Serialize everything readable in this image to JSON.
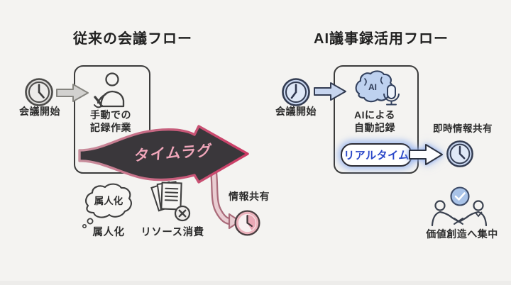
{
  "colors": {
    "background": "#f4f3f1",
    "text_dark": "#2d2d2d",
    "timelag_fill": "#3a373b",
    "timelag_stroke": "#cb3f66",
    "timelag_text": "#f0a6ba",
    "pink_icon": "#ecb3bd",
    "blue_icon": "#c7d5ef",
    "blue_outline": "#333c52",
    "realtime_blue": "#2946c8"
  },
  "left_flow": {
    "title": "従来の会議フロー",
    "start_label": "会議開始",
    "manual_box": {
      "line1": "手動での",
      "line2": "記録作業"
    },
    "timelag_label": "タイムラグ",
    "personalization": {
      "bubble_text": "属人化",
      "label": "属人化"
    },
    "resource": {
      "label": "リソース消費"
    },
    "share_label": "情報共有"
  },
  "right_flow": {
    "title": "AI議事録活用フロー",
    "start_label": "会議開始",
    "ai_box": {
      "ai_text": "AI",
      "line1": "AIによる",
      "line2": "自動記録"
    },
    "realtime_label": "リアルタイム",
    "instant_share_label": "即時情報共有",
    "value_label": "価値創造へ集中"
  }
}
